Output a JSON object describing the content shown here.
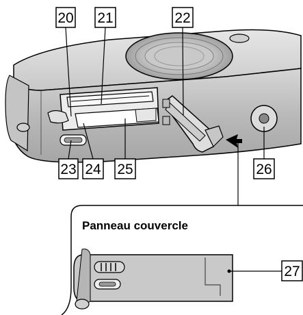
{
  "diagram": {
    "callouts": [
      {
        "id": "20",
        "label": "20"
      },
      {
        "id": "21",
        "label": "21"
      },
      {
        "id": "22",
        "label": "22"
      },
      {
        "id": "23",
        "label": "23"
      },
      {
        "id": "24",
        "label": "24"
      },
      {
        "id": "25",
        "label": "25"
      },
      {
        "id": "26",
        "label": "26"
      },
      {
        "id": "27",
        "label": "27"
      }
    ],
    "inset": {
      "title": "Panneau couvercle"
    }
  }
}
